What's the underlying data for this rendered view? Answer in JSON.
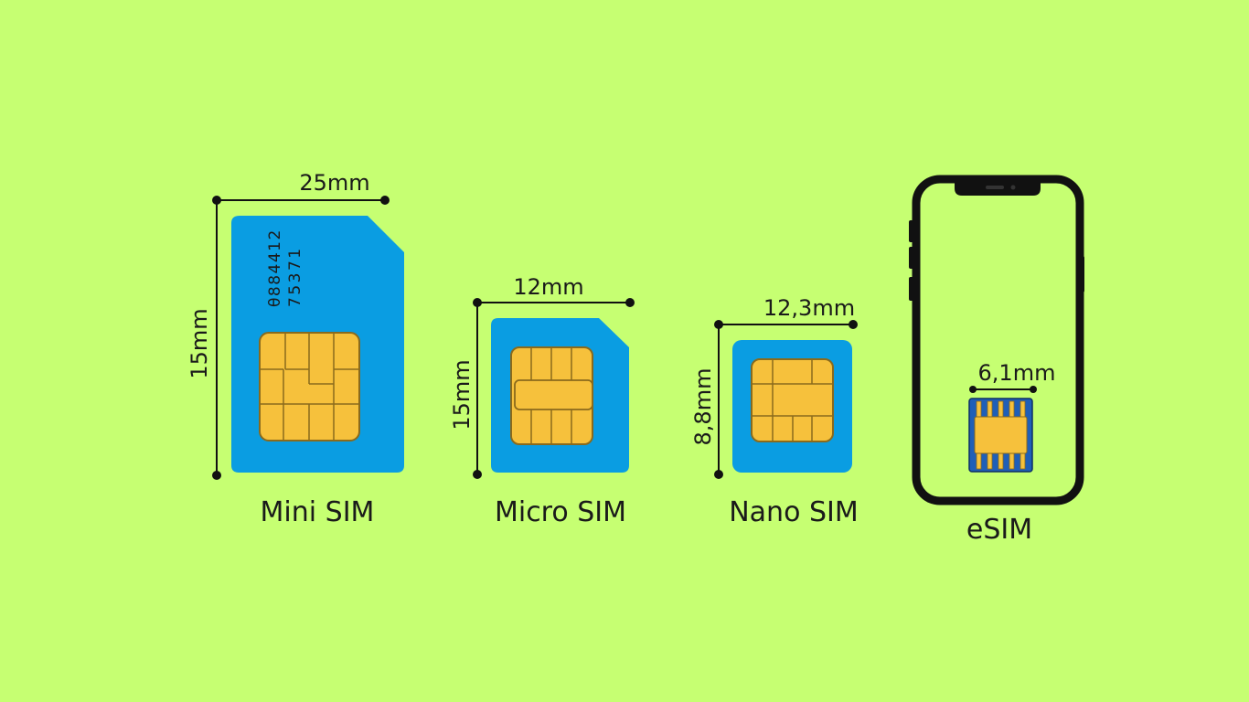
{
  "colors": {
    "background": "#c6ff72",
    "card": "#0a9de2",
    "chip": "#f6c13c",
    "chip_stroke": "#8a6a1c",
    "esim_card": "#1f5fb8",
    "ink": "#111111"
  },
  "cards": {
    "mini": {
      "name": "Mini SIM",
      "width_label": "25mm",
      "height_label": "15mm",
      "serial_line_1": "θ884412",
      "serial_line_2": "75371"
    },
    "micro": {
      "name": "Micro SIM",
      "width_label": "12mm",
      "height_label": "15mm"
    },
    "nano": {
      "name": "Nano SIM",
      "width_label": "12,3mm",
      "height_label": "8,8mm"
    },
    "esim": {
      "name": "eSIM",
      "width_label": "6,1mm"
    }
  },
  "icons": [
    "dimension-dot-icon",
    "phone-icon",
    "sim-chip-icon",
    "esim-chip-icon"
  ]
}
